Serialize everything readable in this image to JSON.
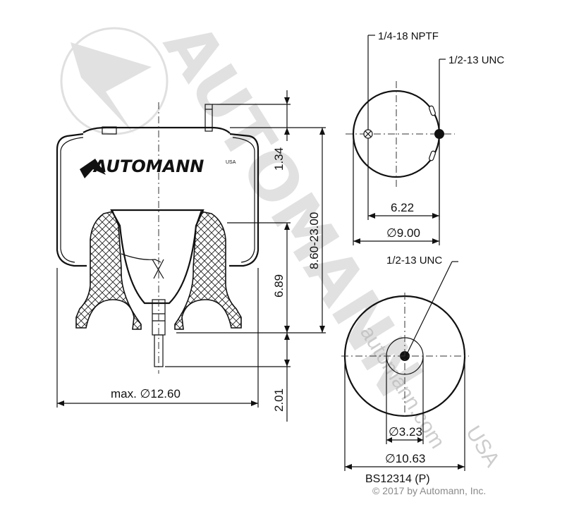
{
  "watermark": {
    "brand": "AUTOMANN",
    "suffix": "USA",
    "site": "automann.com"
  },
  "logo": {
    "text": "AUTOMANN",
    "suffix": "USA"
  },
  "side_view": {
    "dim_height_top": "1.34",
    "dim_height_range": "8.60-23.00",
    "dim_piston_height": "6.89",
    "dim_stud_length": "2.01",
    "dim_max_diameter": "max. ∅12.60"
  },
  "top_view": {
    "callout_port": "1/4-18 NPTF",
    "callout_stud": "1/2-13 UNC",
    "dim_bolt_spacing": "6.22",
    "dim_plate_diameter": "∅9.00"
  },
  "bottom_view": {
    "callout_stud": "1/2-13 UNC",
    "dim_inner_diameter": "∅3.23",
    "dim_outer_diameter": "∅10.63"
  },
  "part_number": "BS12314 (P)",
  "copyright": "© 2017 by Automann, Inc.",
  "colors": {
    "line": "#111111",
    "watermark": "#c9c9c9",
    "hatch": "#222222"
  }
}
